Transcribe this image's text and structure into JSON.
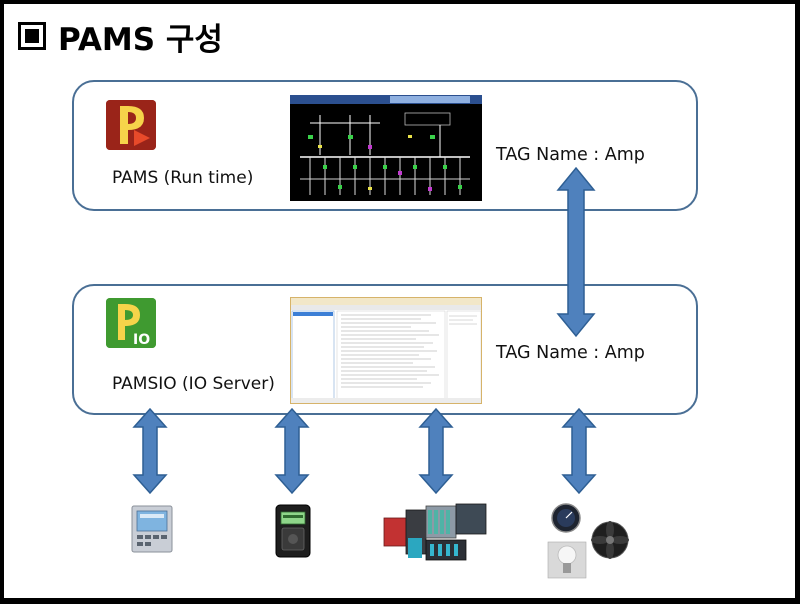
{
  "title": {
    "marker_icon": "square-bullet-icon",
    "text": "PAMS 구성"
  },
  "runtime_panel": {
    "logo_icon": "pams-logo-icon",
    "logo_letter": "P",
    "label": "PAMS (Run time)",
    "screenshot_icon": "hmi-single-line-diagram-screenshot",
    "tag": "TAG Name : Amp"
  },
  "io_panel": {
    "logo_icon": "pamsio-logo-icon",
    "logo_letter": "P",
    "logo_subscript": "IO",
    "label": "PAMSIO (IO Server)",
    "screenshot_icon": "io-server-window-screenshot",
    "tag": "TAG Name : Amp"
  },
  "devices": [
    {
      "icon": "power-meter-device-icon"
    },
    {
      "icon": "digital-meter-device-icon"
    },
    {
      "icon": "plc-rack-device-icon"
    },
    {
      "icon": "sensor-gauge-fan-lamp-icon"
    }
  ],
  "colors": {
    "panel_border": "#4a6f95",
    "arrow_fill": "#4f81bd",
    "arrow_stroke": "#2e5f94",
    "runtime_logo": "#9a2419",
    "io_logo": "#3f9a30"
  }
}
